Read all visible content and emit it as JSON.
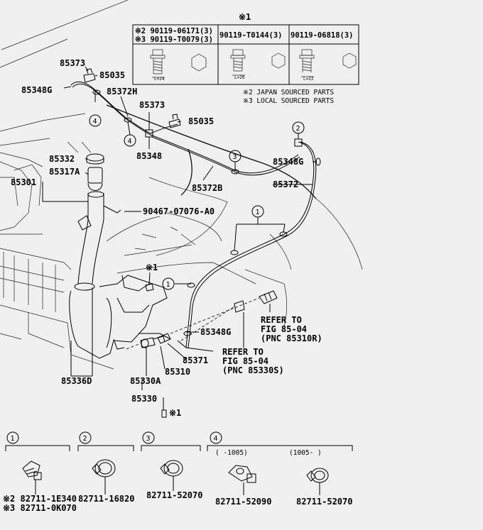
{
  "table": {
    "note_mark": "※1",
    "col1_line1": "※2 90119-06171(3)",
    "col1_line2": "※3 90119-T0079(3)",
    "col2": "90119-T0144(3)",
    "col3": "90119-06818(3)",
    "dim1": "L=24",
    "dim2": "L=20",
    "dim3": "L=22"
  },
  "notes": {
    "japan": "※2 JAPAN SOURCED PARTS",
    "local": "※3 LOCAL SOURCED PARTS"
  },
  "callouts": [
    "85373",
    "85035",
    "85348G",
    "85372H",
    "85373",
    "85035",
    "85348",
    "85332",
    "85317A",
    "85301",
    "85348G",
    "85372B",
    "85372",
    "90467-07076-A0",
    "85348G",
    "85371",
    "85310",
    "85336D",
    "85330A",
    "85330"
  ],
  "circled_numbers": [
    "1",
    "2",
    "3",
    "4",
    "4",
    "3",
    "2",
    "1",
    "1"
  ],
  "star_marks": [
    "※1",
    "※1"
  ],
  "refer": {
    "a_line1": "REFER TO",
    "a_line2": "FIG 85-04",
    "a_line3": "(PNC 85310R)",
    "b_line1": "REFER TO",
    "b_line2": "FIG 85-04",
    "b_line3": "(PNC 85330S)"
  },
  "legend": [
    {
      "num": "1",
      "parts": [
        "※2 82711-1E340",
        "※3 82711-0K070"
      ]
    },
    {
      "num": "2",
      "parts": [
        "82711-16820"
      ]
    },
    {
      "num": "3",
      "parts": [
        "82711-52070"
      ]
    },
    {
      "num": "4",
      "range_a": "( -1005)",
      "range_b": "(1005- )",
      "parts": [
        "82711-52090",
        "82711-52070"
      ]
    }
  ]
}
